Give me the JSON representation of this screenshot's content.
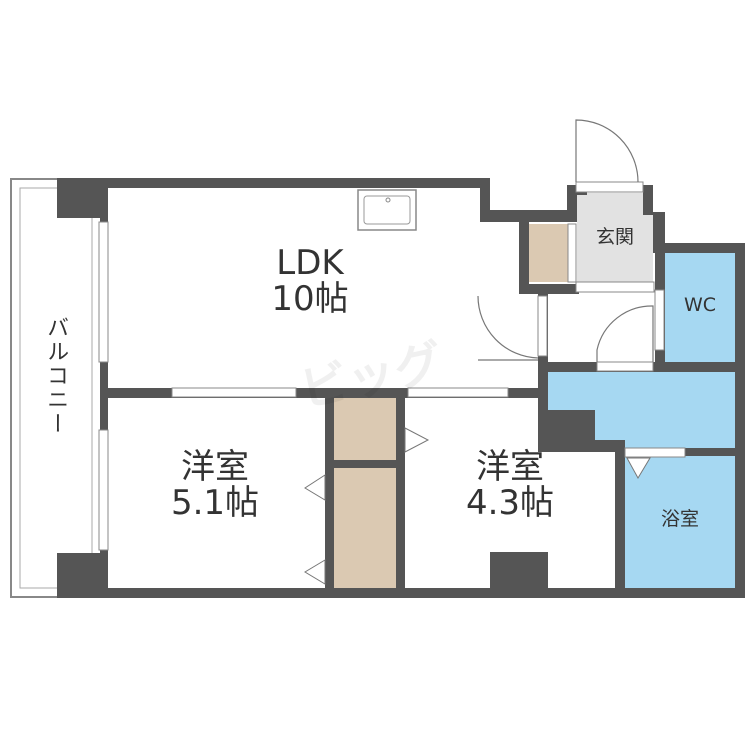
{
  "rooms": {
    "ldk": {
      "name": "LDK",
      "size": "10帖"
    },
    "western1": {
      "name": "洋室",
      "size": "5.1帖"
    },
    "western2": {
      "name": "洋室",
      "size": "4.3帖"
    },
    "entrance": "玄関",
    "wc": "WC",
    "bath": "浴室",
    "balcony": "バルコニー"
  },
  "watermark": "ビッグ",
  "colors": {
    "wall": "#555555",
    "water": "#a6d8f2",
    "storage": "#dbc9b2",
    "entrance": "#e2e2e2"
  }
}
